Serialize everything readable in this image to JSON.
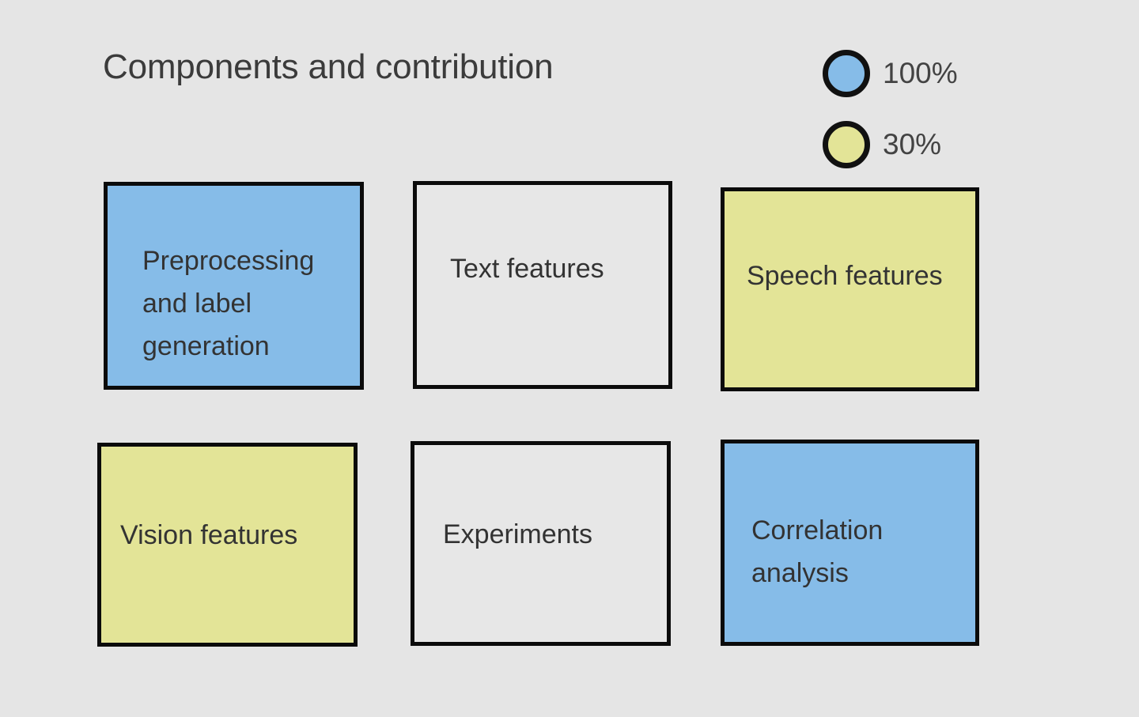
{
  "diagram": {
    "title": "Components and contribution",
    "background_color": "#e5e5e5",
    "border_color": "#0b0b0b",
    "text_color": "#333333",
    "legend": {
      "items": [
        {
          "label": "100%",
          "color": "#86bce8",
          "name": "full-contribution"
        },
        {
          "label": "30%",
          "color": "#e3e497",
          "name": "partial-contribution"
        }
      ]
    },
    "nodes": [
      {
        "id": "preprocessing",
        "label": "Preprocessing and label generation",
        "fill": "#86bce8",
        "contribution": "100%"
      },
      {
        "id": "text-features",
        "label": "Text features",
        "fill": "#e7e7e7",
        "contribution": ""
      },
      {
        "id": "speech-features",
        "label": "Speech features",
        "fill": "#e3e497",
        "contribution": "30%"
      },
      {
        "id": "vision-features",
        "label": "Vision features",
        "fill": "#e3e497",
        "contribution": "30%"
      },
      {
        "id": "experiments",
        "label": "Experiments",
        "fill": "#e7e7e7",
        "contribution": ""
      },
      {
        "id": "correlation-analysis",
        "label": "Correlation analysis",
        "fill": "#86bce8",
        "contribution": "100%"
      }
    ]
  }
}
